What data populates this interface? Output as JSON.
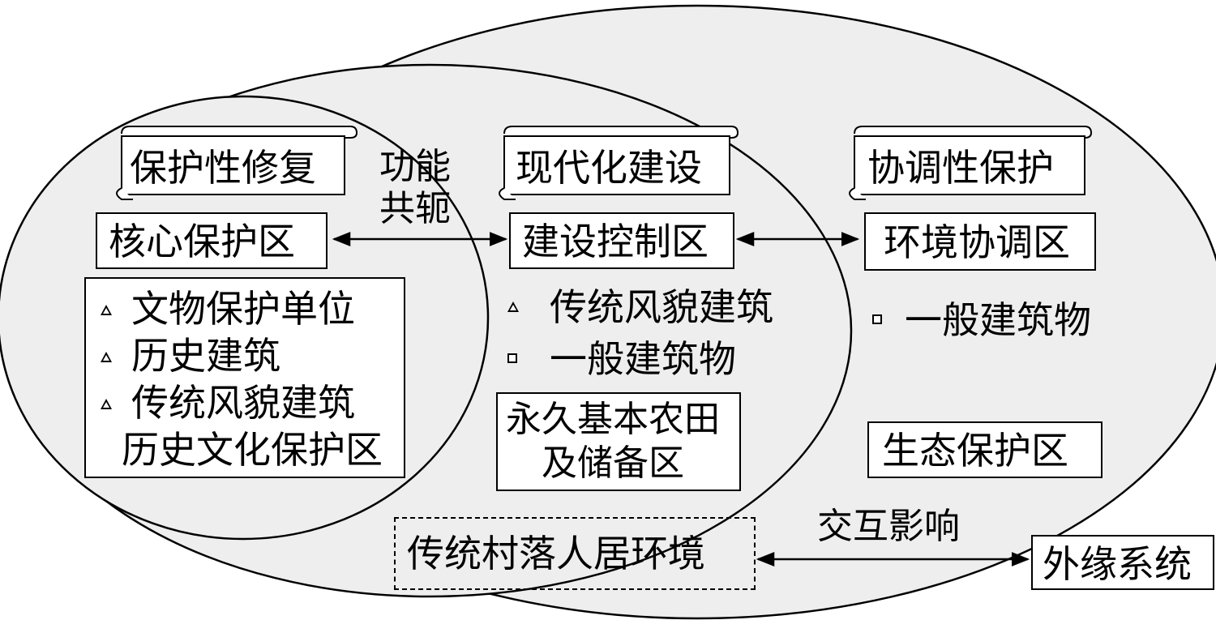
{
  "scrolls": {
    "left": "保护性修复",
    "middle": "现代化建设",
    "right": "协调性保护"
  },
  "function_label": "功能\n共轭",
  "zones": {
    "core": "核心保护区",
    "construction": "建设控制区",
    "environment": "环境协调区",
    "farmland_line1": "永久基本农田",
    "farmland_line2": "及储备区",
    "ecological": "生态保护区"
  },
  "core_list": {
    "item1": "文物保护单位",
    "item2": "历史建筑",
    "item3": "传统风貌建筑",
    "item4": "历史文化保护区"
  },
  "construction_list": {
    "item1": "传统风貌建筑",
    "item2": "一般建筑物"
  },
  "environment_list": {
    "item1": "一般建筑物"
  },
  "bottom": {
    "settlement": "传统村落人居环境",
    "interaction": "交互影响",
    "external": "外缘系统"
  },
  "colors": {
    "ellipse_fill": "#eeeeee",
    "stroke": "#000000",
    "box_fill": "#ffffff"
  }
}
